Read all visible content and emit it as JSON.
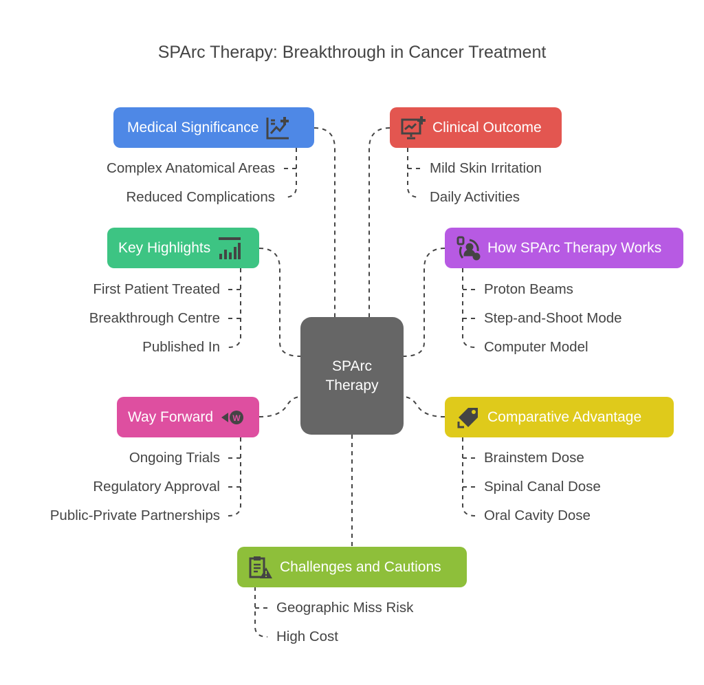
{
  "title": "SPArc Therapy: Breakthrough in Cancer Treatment",
  "center": {
    "line1": "SPArc",
    "line2": "Therapy"
  },
  "branches": {
    "medical": {
      "label": "Medical Significance",
      "color": "#4e88e6",
      "icon": "chart-plus-icon",
      "items": [
        "Complex Anatomical Areas",
        "Reduced Complications"
      ]
    },
    "clinical": {
      "label": "Clinical Outcome",
      "color": "#e35650",
      "icon": "monitor-plus-icon",
      "items": [
        "Mild Skin Irritation",
        "Daily Activities"
      ]
    },
    "key": {
      "label": "Key Highlights",
      "color": "#3dc483",
      "icon": "bar-chart-icon",
      "items": [
        "First Patient Treated",
        "Breakthrough Centre",
        "Published In"
      ]
    },
    "how": {
      "label": "How SPArc Therapy Works",
      "color": "#b75ae3",
      "icon": "user-cycle-icon",
      "items": [
        "Proton Beams",
        "Step-and-Shoot Mode",
        "Computer Model"
      ]
    },
    "way": {
      "label": "Way Forward",
      "color": "#de4fa0",
      "icon": "megaphone-icon",
      "items": [
        "Ongoing Trials",
        "Regulatory Approval",
        "Public-Private Partnerships"
      ]
    },
    "comp": {
      "label": "Comparative Advantage",
      "color": "#dfca1b",
      "icon": "tag-icon",
      "items": [
        "Brainstem Dose",
        "Spinal Canal Dose",
        "Oral Cavity Dose"
      ]
    },
    "chal": {
      "label": "Challenges and Cautions",
      "color": "#8ebf3a",
      "icon": "clipboard-warning-icon",
      "items": [
        "Geographic Miss Risk",
        "High Cost"
      ]
    }
  }
}
